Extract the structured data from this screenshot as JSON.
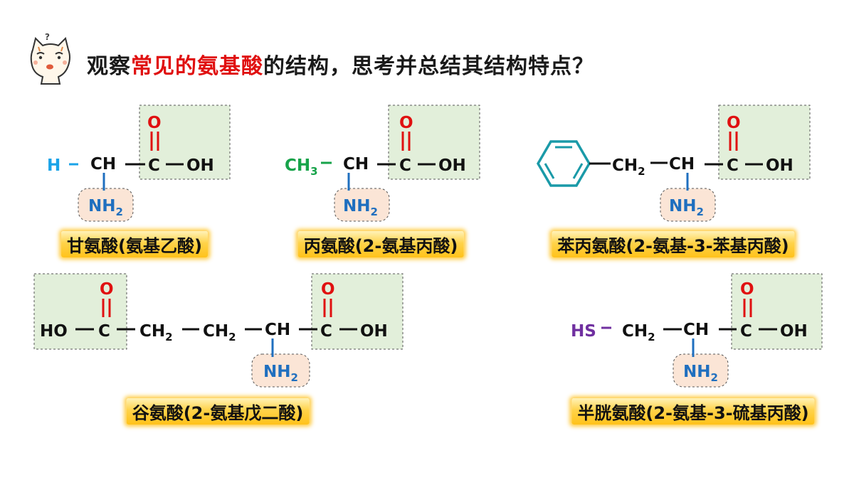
{
  "title": {
    "prefix": "观察",
    "highlight": "常见的氨基酸",
    "suffix": "的结构，思考并总结其结构特点？"
  },
  "colors": {
    "title_highlight": "#e01010",
    "oxygen": "#e01010",
    "amino": "#1f6fbf",
    "hydrogen_r": "#1aa3e8",
    "methyl_r": "#17a34a",
    "benzene_r": "#1a9aa8",
    "thiol_r": "#7030a0",
    "carboxyl_box": "#e2efda",
    "amino_box": "#fbe5d6",
    "caption_glow": "#ffc21a"
  },
  "labels": {
    "H": "H",
    "CH": "CH",
    "C": "C",
    "O": "O",
    "OH": "OH",
    "HO": "HO",
    "NH": "NH",
    "CH_ch2": "CH",
    "CH_ch3": "CH",
    "sub2": "2",
    "sub3": "3",
    "HS": "HS"
  },
  "captions": {
    "glycine": "甘氨酸(氨基乙酸)",
    "alanine": "丙氨酸(2-氨基丙酸)",
    "phenylalanine": "苯丙氨酸(2-氨基-3-苯基丙酸)",
    "glutamic_acid": "谷氨酸(2-氨基戊二酸)",
    "cysteine": "半胱氨酸(2-氨基-3-硫基丙酸)"
  },
  "mascot": {
    "icon": "confused-cat-icon",
    "mark": "?"
  }
}
